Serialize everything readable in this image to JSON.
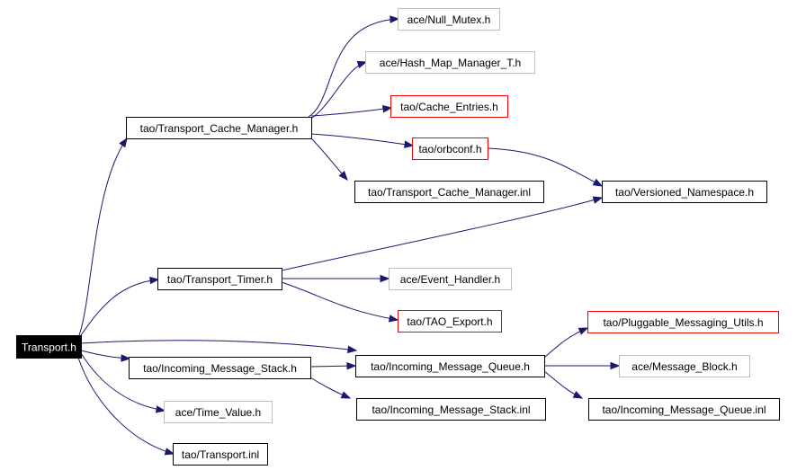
{
  "colors": {
    "edge": "#191970",
    "node_border_default": "#000000",
    "node_border_external": "#bfbfbf",
    "node_border_incomplete": "#ff0000",
    "root_fill": "#000000",
    "root_text": "#ffffff",
    "node_fill": "#ffffff",
    "node_text": "#000000"
  },
  "nodes": [
    {
      "id": "transport_h",
      "label": "Transport.h",
      "kind": "root"
    },
    {
      "id": "tcm_h",
      "label": "tao/Transport_Cache_Manager.h",
      "kind": "default"
    },
    {
      "id": "null_mutex",
      "label": "ace/Null_Mutex.h",
      "kind": "external"
    },
    {
      "id": "hash_map",
      "label": "ace/Hash_Map_Manager_T.h",
      "kind": "external"
    },
    {
      "id": "cache_entries",
      "label": "tao/Cache_Entries.h",
      "kind": "incomplete"
    },
    {
      "id": "orbconf",
      "label": "tao/orbconf.h",
      "kind": "incomplete"
    },
    {
      "id": "tcm_inl",
      "label": "tao/Transport_Cache_Manager.inl",
      "kind": "default"
    },
    {
      "id": "versioned_ns",
      "label": "tao/Versioned_Namespace.h",
      "kind": "default"
    },
    {
      "id": "timer_h",
      "label": "tao/Transport_Timer.h",
      "kind": "default"
    },
    {
      "id": "event_handler",
      "label": "ace/Event_Handler.h",
      "kind": "external"
    },
    {
      "id": "tao_export",
      "label": "tao/TAO_Export.h",
      "kind": "incomplete"
    },
    {
      "id": "pluggable",
      "label": "tao/Pluggable_Messaging_Utils.h",
      "kind": "incomplete"
    },
    {
      "id": "ims_h",
      "label": "tao/Incoming_Message_Stack.h",
      "kind": "default"
    },
    {
      "id": "imq_h",
      "label": "tao/Incoming_Message_Queue.h",
      "kind": "default"
    },
    {
      "id": "msg_block",
      "label": "ace/Message_Block.h",
      "kind": "external"
    },
    {
      "id": "time_value",
      "label": "ace/Time_Value.h",
      "kind": "external"
    },
    {
      "id": "ims_inl",
      "label": "tao/Incoming_Message_Stack.inl",
      "kind": "default"
    },
    {
      "id": "imq_inl",
      "label": "tao/Incoming_Message_Queue.inl",
      "kind": "default"
    },
    {
      "id": "transport_inl",
      "label": "tao/Transport.inl",
      "kind": "default"
    }
  ],
  "edges": [
    {
      "from": "transport_h",
      "to": "tcm_h"
    },
    {
      "from": "transport_h",
      "to": "timer_h"
    },
    {
      "from": "transport_h",
      "to": "imq_h"
    },
    {
      "from": "transport_h",
      "to": "ims_h"
    },
    {
      "from": "transport_h",
      "to": "time_value"
    },
    {
      "from": "transport_h",
      "to": "transport_inl"
    },
    {
      "from": "tcm_h",
      "to": "null_mutex"
    },
    {
      "from": "tcm_h",
      "to": "hash_map"
    },
    {
      "from": "tcm_h",
      "to": "cache_entries"
    },
    {
      "from": "tcm_h",
      "to": "orbconf"
    },
    {
      "from": "tcm_h",
      "to": "tcm_inl"
    },
    {
      "from": "orbconf",
      "to": "versioned_ns"
    },
    {
      "from": "timer_h",
      "to": "versioned_ns"
    },
    {
      "from": "timer_h",
      "to": "event_handler"
    },
    {
      "from": "timer_h",
      "to": "tao_export"
    },
    {
      "from": "ims_h",
      "to": "imq_h"
    },
    {
      "from": "ims_h",
      "to": "ims_inl"
    },
    {
      "from": "imq_h",
      "to": "pluggable"
    },
    {
      "from": "imq_h",
      "to": "msg_block"
    },
    {
      "from": "imq_h",
      "to": "imq_inl"
    }
  ]
}
